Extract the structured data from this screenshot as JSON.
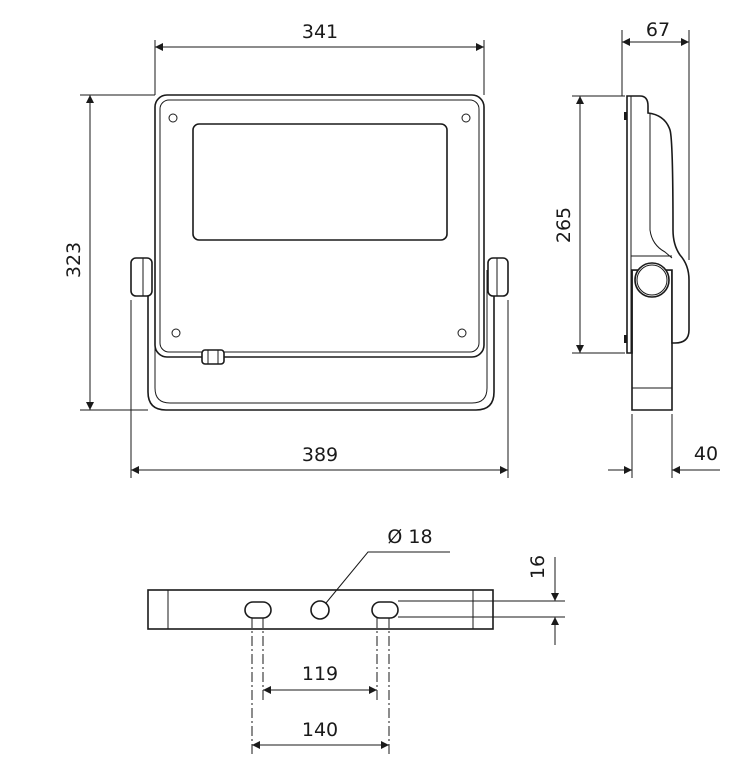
{
  "dimensions": {
    "width_housing": "341",
    "height_overall": "323",
    "width_bracket": "389",
    "depth_overall": "67",
    "height_side": "265",
    "depth_bracket": "40",
    "hole_diameter": "Ø 18",
    "slot_width": "16",
    "slot_spacing_inner": "119",
    "slot_spacing_outer": "140"
  }
}
